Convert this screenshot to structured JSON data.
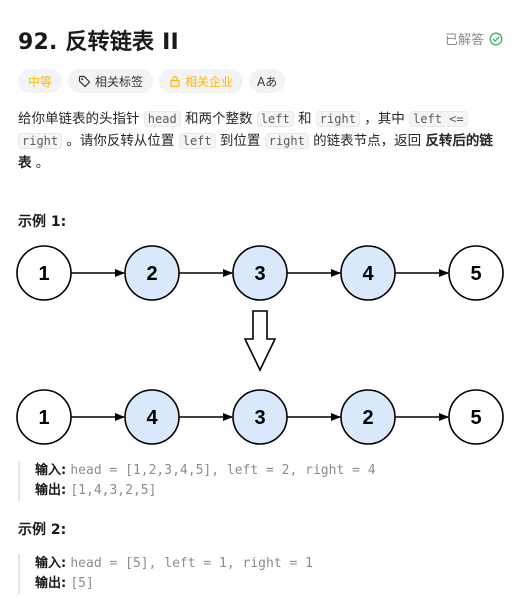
{
  "problem": {
    "title": "92. 反转链表 II",
    "status": "已解答"
  },
  "tags": {
    "difficulty": "中等",
    "topics": "相关标签",
    "companies": "相关企业",
    "font_toggle": "Aあ"
  },
  "description": {
    "t1": "给你单链表的头指针 ",
    "c1": "head",
    "t2": " 和两个整数 ",
    "c2": "left",
    "t3": " 和 ",
    "c3": "right",
    "t4": " ，其中 ",
    "c4": "left <=",
    "c5": "right",
    "t5": " 。请你反转从位置 ",
    "c6": "left",
    "t6": " 到位置 ",
    "c7": "right",
    "t7": " 的链表节点，返回 ",
    "b1": "反转后的链表",
    "t8": " 。"
  },
  "example1": {
    "title": "示例 1:",
    "before": [
      "1",
      "2",
      "3",
      "4",
      "5"
    ],
    "after": [
      "1",
      "4",
      "3",
      "2",
      "5"
    ],
    "highlighted": [
      false,
      true,
      true,
      true,
      false
    ],
    "input_label": "输入:",
    "input_value": "head = [1,2,3,4,5], left = 2, right = 4",
    "output_label": "输出:",
    "output_value": "[1,4,3,2,5]"
  },
  "example2": {
    "title": "示例 2:",
    "input_label": "输入:",
    "input_value": "head = [5], left = 1, right = 1",
    "output_label": "输出:",
    "output_value": "[5]"
  },
  "colors": {
    "node_fill_highlight": "#dae8fc",
    "node_stroke": "#000000",
    "accent": "#ffb800",
    "solved": "#2db55d"
  }
}
